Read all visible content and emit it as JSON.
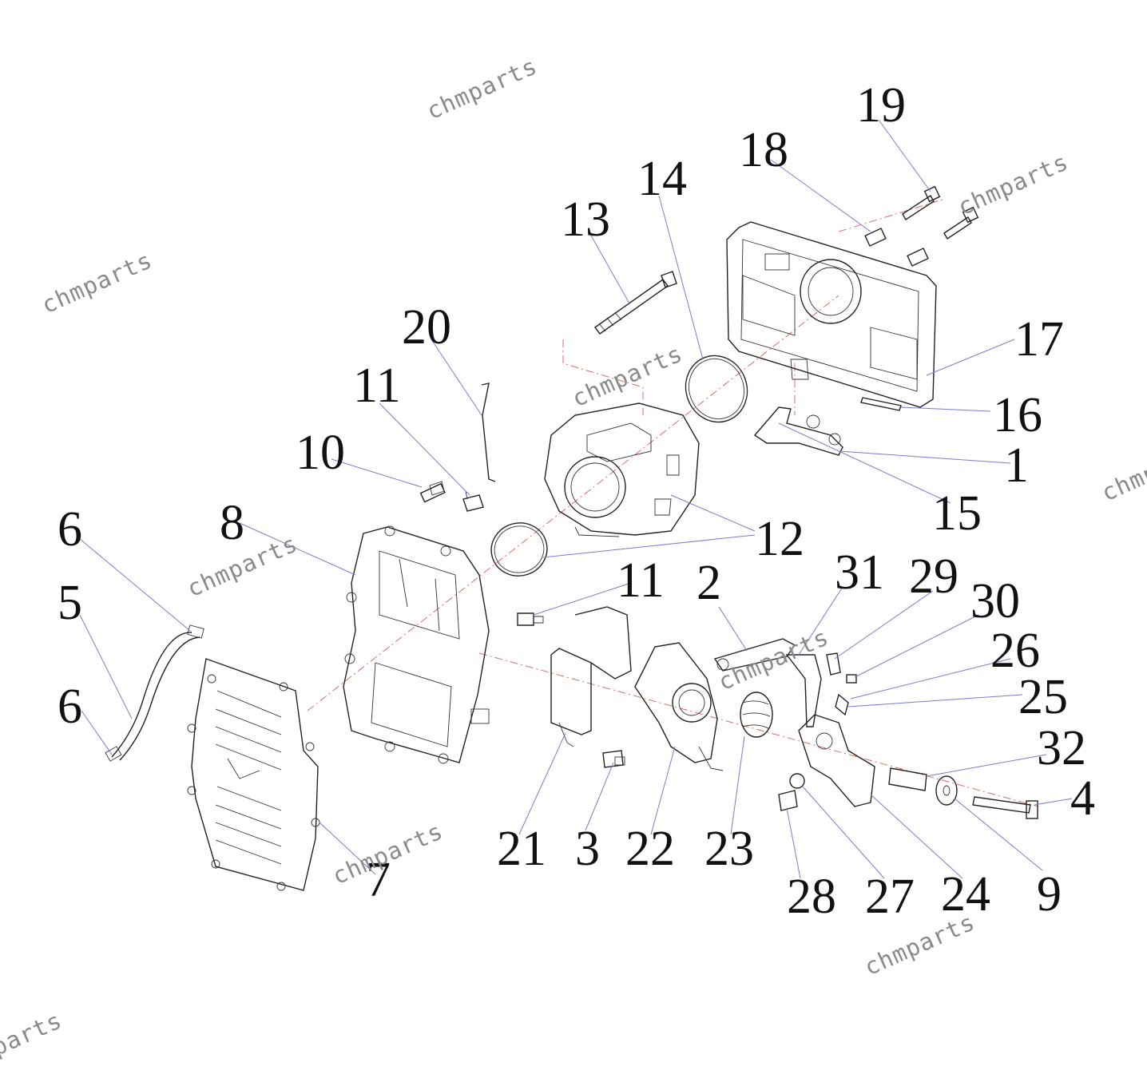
{
  "callouts": [
    "1",
    "2",
    "3",
    "4",
    "5",
    "6",
    "6",
    "7",
    "8",
    "9",
    "10",
    "11",
    "11",
    "12",
    "12",
    "13",
    "14",
    "15",
    "16",
    "17",
    "18",
    "19",
    "20",
    "21",
    "22",
    "23",
    "24",
    "25",
    "26",
    "27",
    "28",
    "29",
    "30",
    "31",
    "32"
  ],
  "watermark": "chmparts",
  "colors": {
    "linework": "#222222",
    "leader": "#7b7bd0",
    "axis": "#e06a6a",
    "watermark": "#8a8a8a"
  }
}
